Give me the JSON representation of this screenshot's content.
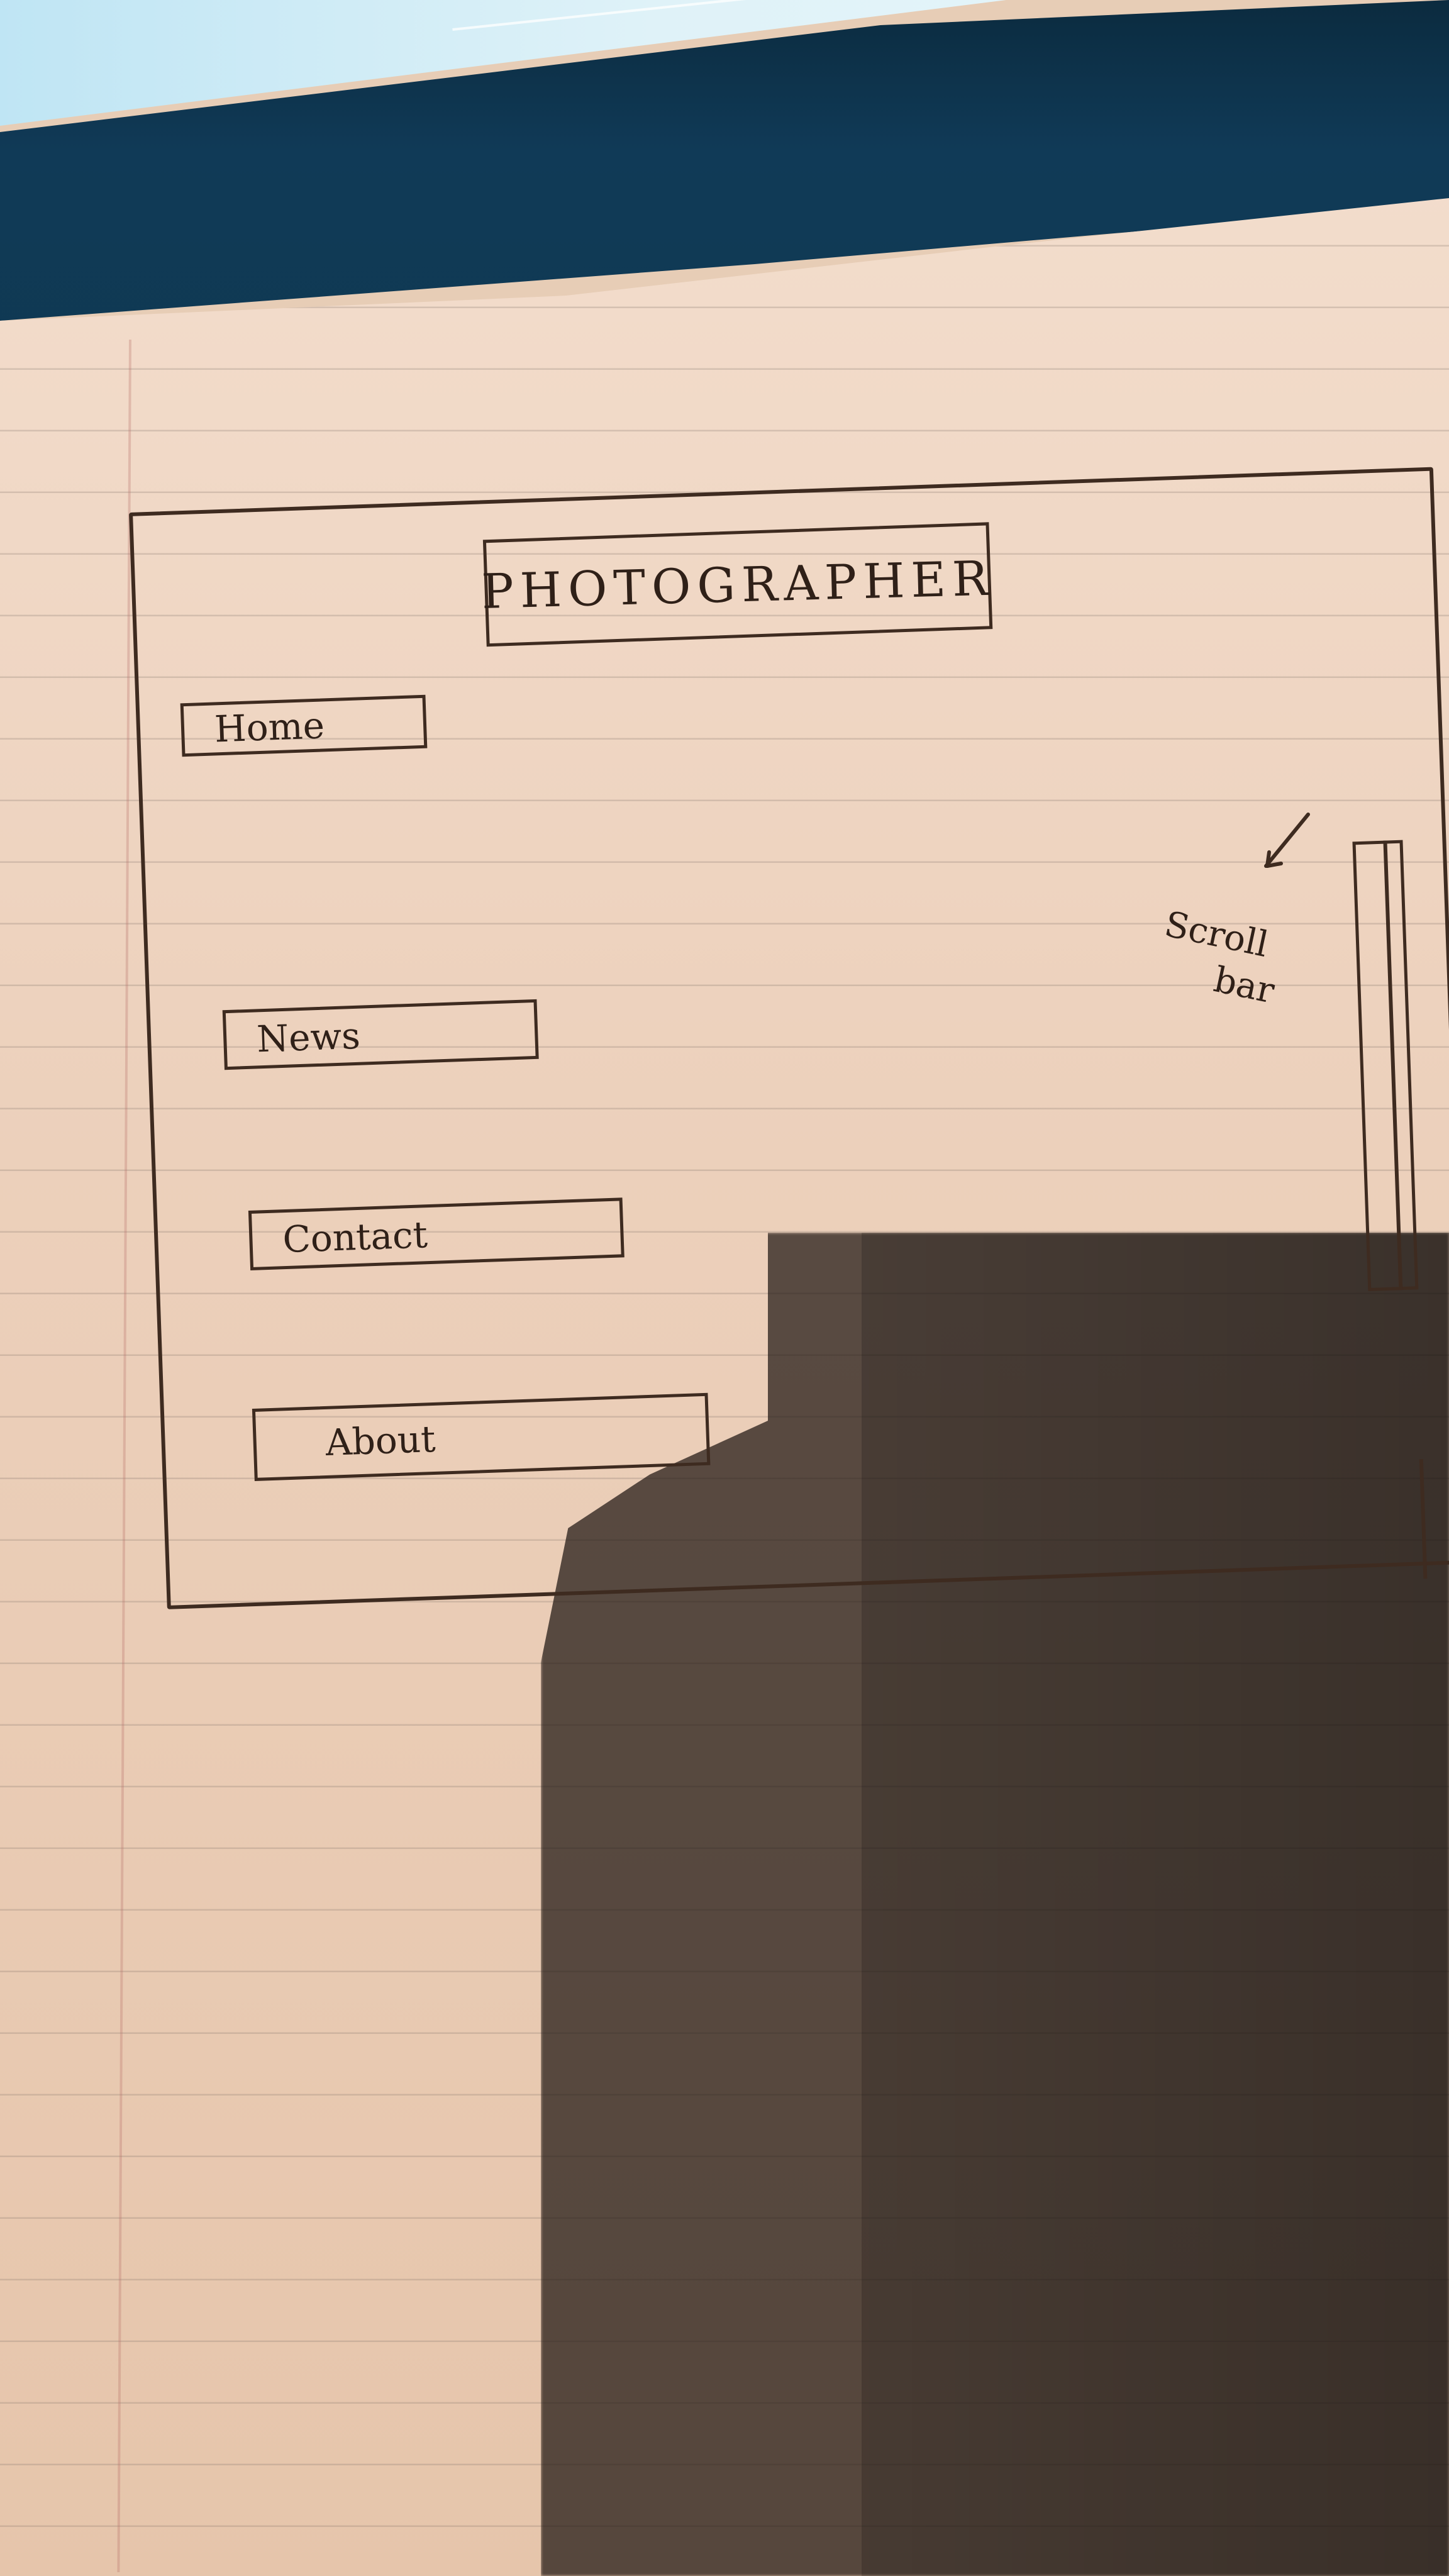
{
  "sketch": {
    "title": "PHOTOGRAPHER",
    "nav": {
      "home": "Home",
      "news": "News",
      "contact": "Contact",
      "about": "About"
    },
    "scroll_label": {
      "line1": "Scroll",
      "line2": "bar"
    }
  },
  "colors": {
    "ink": "#3e2b20",
    "paper": "#ecd0bb",
    "shadow": "#1e1612"
  }
}
